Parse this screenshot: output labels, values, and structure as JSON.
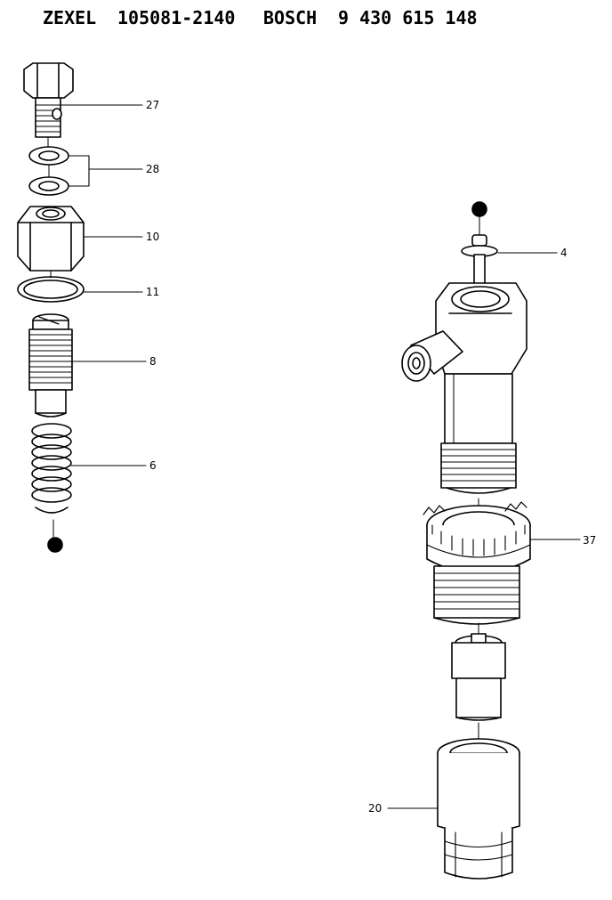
{
  "header": {
    "brand1": "ZEXEL",
    "part1": "105081-2140",
    "brand2": "BOSCH",
    "part2": "9 430 615 148"
  },
  "callouts": {
    "c27": "27",
    "c28": "28",
    "c10": "10",
    "c11": "11",
    "c8": "8",
    "c6": "6",
    "c4": "4",
    "c37": "37",
    "c20": "20"
  }
}
